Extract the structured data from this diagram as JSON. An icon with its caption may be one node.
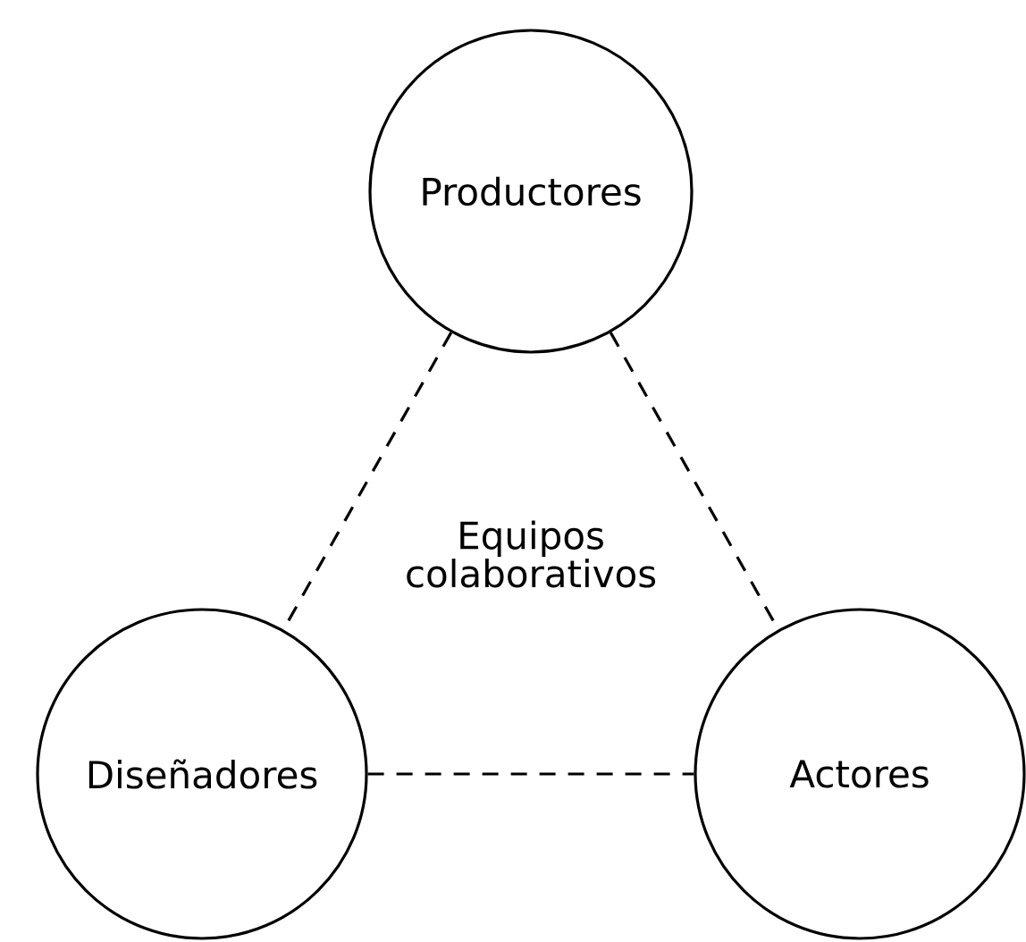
{
  "diagram": {
    "nodes": [
      {
        "text": [
          "Productores"
        ]
      },
      {
        "text": [
          "Diseñadores"
        ]
      },
      {
        "text": [
          "Actores"
        ]
      }
    ],
    "edges": [
      {
        "from": 0,
        "to": 1,
        "arrow": "none",
        "style": "dashed"
      },
      {
        "from": 0,
        "to": 2,
        "arrow": "none",
        "style": "dashed"
      },
      {
        "from": 1,
        "to": 2,
        "arrow": "none",
        "style": "dashed"
      }
    ],
    "labels": [
      "Equipos colaborativos"
    ]
  }
}
